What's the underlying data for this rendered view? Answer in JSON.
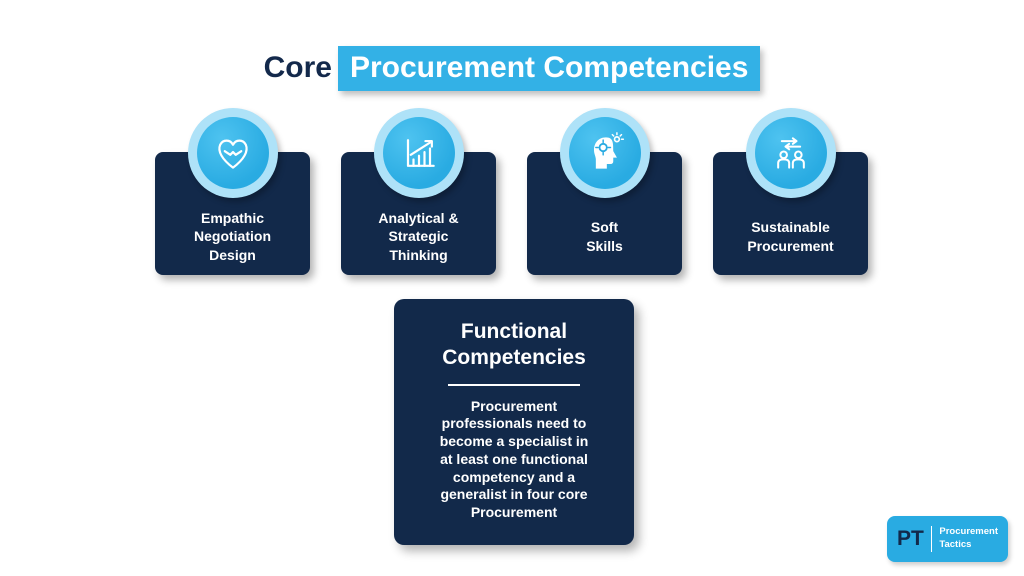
{
  "title": {
    "prefix": "Core",
    "highlight": "Procurement Competencies"
  },
  "colors": {
    "navy": "#12294A",
    "cyan": "#29ABE2",
    "highlight_cyan": "#33B1E6",
    "ring_light_blue": "#AEE2F8",
    "background": "#FFFFFF",
    "text_white": "#FFFFFF"
  },
  "competencies": [
    {
      "label": "Empathic\nNegotiation\nDesign",
      "icon": "heart-handshake-icon"
    },
    {
      "label": "Analytical &\nStrategic\nThinking",
      "icon": "growth-chart-icon"
    },
    {
      "label": "Soft\nSkills",
      "icon": "head-ideas-icon"
    },
    {
      "label": "Sustainable\nProcurement",
      "icon": "people-exchange-icon"
    }
  ],
  "functional": {
    "title": "Functional\nCompetencies",
    "body": "Procurement\nprofessionals need to\nbecome a specialist in\nat least one functional\ncompetency and a\ngeneralist in four core\nProcurement"
  },
  "logo": {
    "abbr": "PT",
    "line1": "Procurement",
    "line2": "Tactics"
  }
}
